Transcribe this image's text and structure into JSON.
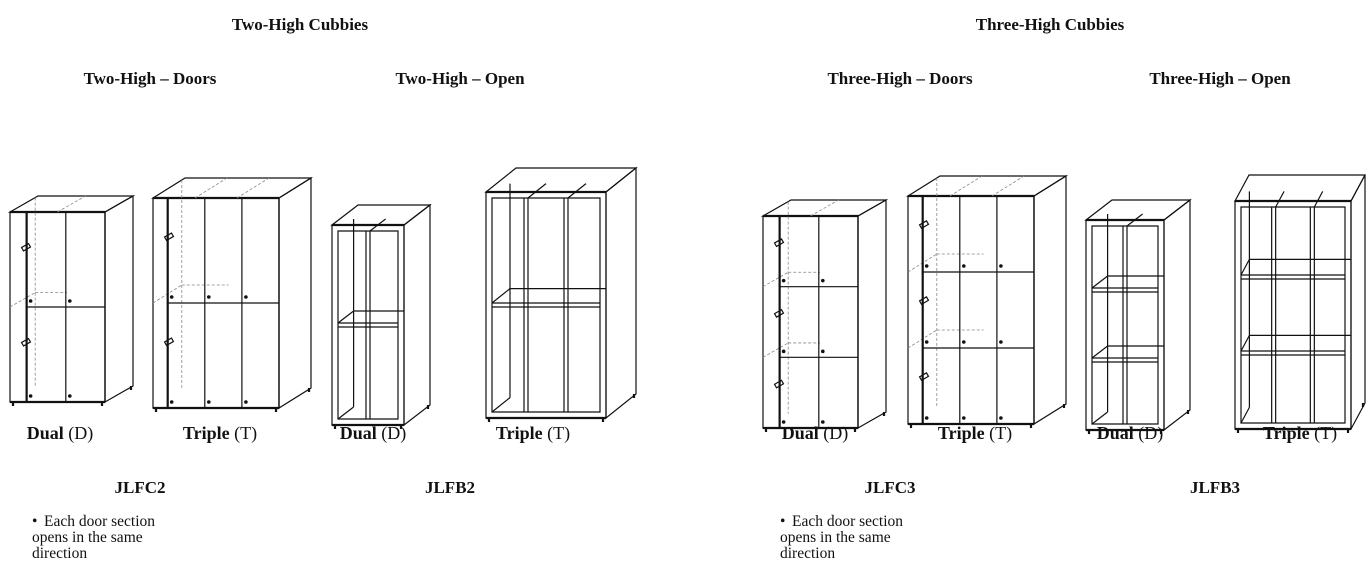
{
  "groups": [
    {
      "title": "Two-High Cubbies",
      "sections": [
        {
          "title": "Two-High – Doors",
          "code": "JLFC2",
          "note": "Each door section opens in the same direction",
          "items": [
            {
              "name": "Dual",
              "abbr": "(D)"
            },
            {
              "name": "Triple",
              "abbr": "(T)"
            }
          ]
        },
        {
          "title": "Two-High – Open",
          "code": "JLFB2",
          "items": [
            {
              "name": "Dual",
              "abbr": "(D)"
            },
            {
              "name": "Triple",
              "abbr": "(T)"
            }
          ]
        }
      ]
    },
    {
      "title": "Three-High Cubbies",
      "sections": [
        {
          "title": "Three-High – Doors",
          "code": "JLFC3",
          "note": "Each door section opens in the same direction",
          "items": [
            {
              "name": "Dual",
              "abbr": "(D)"
            },
            {
              "name": "Triple",
              "abbr": "(T)"
            }
          ]
        },
        {
          "title": "Three-High – Open",
          "code": "JLFB3",
          "items": [
            {
              "name": "Dual",
              "abbr": "(D)"
            },
            {
              "name": "Triple",
              "abbr": "(T)"
            }
          ]
        }
      ]
    }
  ]
}
